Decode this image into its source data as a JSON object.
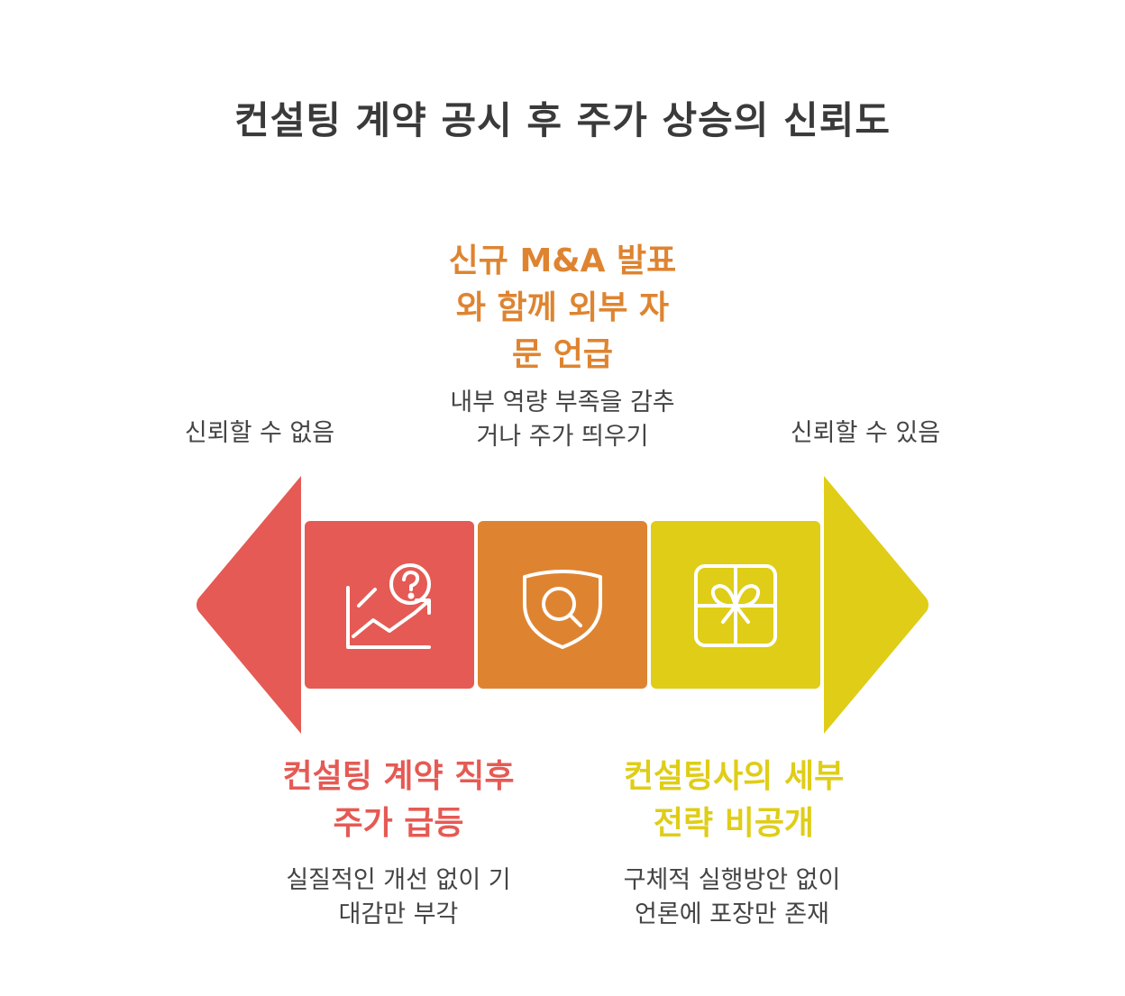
{
  "title": "컨설팅 계약 공시 후 주가 상승의 신뢰도",
  "colors": {
    "red": "#e55a54",
    "orange": "#de8431",
    "yellow": "#dfcd17",
    "title": "#3a3a3a",
    "text": "#444444"
  },
  "left_end": {
    "label": "신뢰할 수 없음"
  },
  "right_end": {
    "label": "신뢰할 수 있음"
  },
  "stages": [
    {
      "heading_lines": [
        "컨설팅 계약 직후",
        "주가 급등"
      ],
      "desc_lines": [
        "실질적인 개선 없이 기",
        "대감만 부각"
      ],
      "icon": "chart-question-icon"
    },
    {
      "heading_lines": [
        "신규 M&A 발표",
        "와 함께 외부 자",
        "문 언급"
      ],
      "desc_lines": [
        "내부 역량 부족을 감추",
        "거나 주가 띄우기"
      ],
      "icon": "shield-search-icon"
    },
    {
      "heading_lines": [
        "컨설팅사의 세부",
        "전략 비공개"
      ],
      "desc_lines": [
        "구체적 실행방안 없이",
        "언론에 포장만 존재"
      ],
      "icon": "gift-box-icon"
    }
  ]
}
